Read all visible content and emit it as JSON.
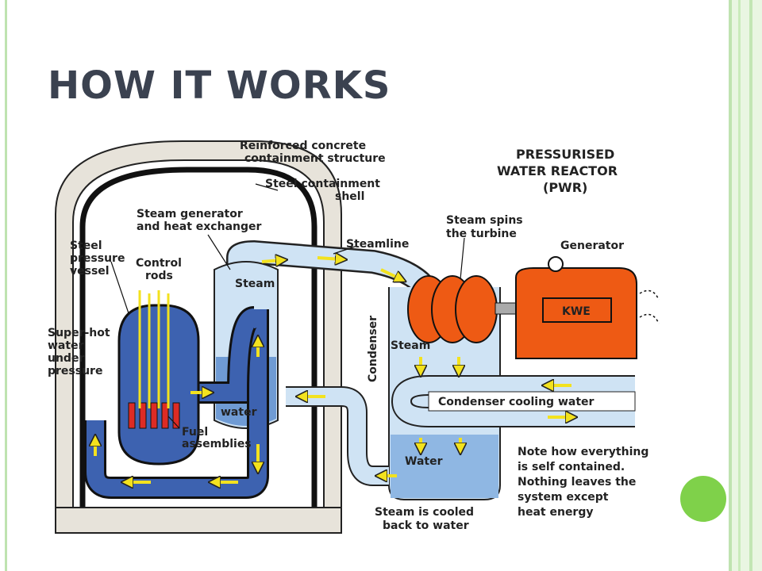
{
  "slide": {
    "title": "HOW IT WORKS"
  },
  "diagram": {
    "heading": [
      "PRESSURISED",
      "WATER REACTOR",
      "(PWR)"
    ],
    "labels": {
      "containment_structure": [
        "Reinforced concrete",
        "containment structure"
      ],
      "containment_shell": [
        "Steel containment",
        "shell"
      ],
      "steam_generator": [
        "Steam generator",
        "and heat exchanger"
      ],
      "pressure_vessel": [
        "Steel",
        "pressure",
        "vessel"
      ],
      "control_rods": [
        "Control",
        "rods"
      ],
      "superhot_water": [
        "Super-hot",
        "water",
        "under",
        "pressure"
      ],
      "steamline": "Steamline",
      "steam_spins_turbine": [
        "Steam spins",
        "the turbine"
      ],
      "generator": "Generator",
      "generator_badge": "KWE",
      "steam_sg": "Steam",
      "water_sg": "water",
      "condenser": "Condenser",
      "steam_condenser": "Steam",
      "condenser_cooling_water": "Condenser cooling water",
      "fuel_assemblies": [
        "Fuel",
        "assemblies"
      ],
      "water_condenser": "Water",
      "steam_cooled": [
        "Steam is cooled",
        "back to water"
      ],
      "note": [
        "Note how everything",
        "is self contained.",
        "Nothing leaves the",
        "system except",
        "heat energy"
      ]
    }
  },
  "colors": {
    "accent_green": "#7fd14a",
    "frame_green": "#bfe3b0",
    "title": "#3b4250",
    "reactor_blue": "#3d62b0",
    "pipe_light": "#cfe3f4",
    "generator_orange": "#ee5a14",
    "arrow_yellow": "#f3e21e"
  }
}
